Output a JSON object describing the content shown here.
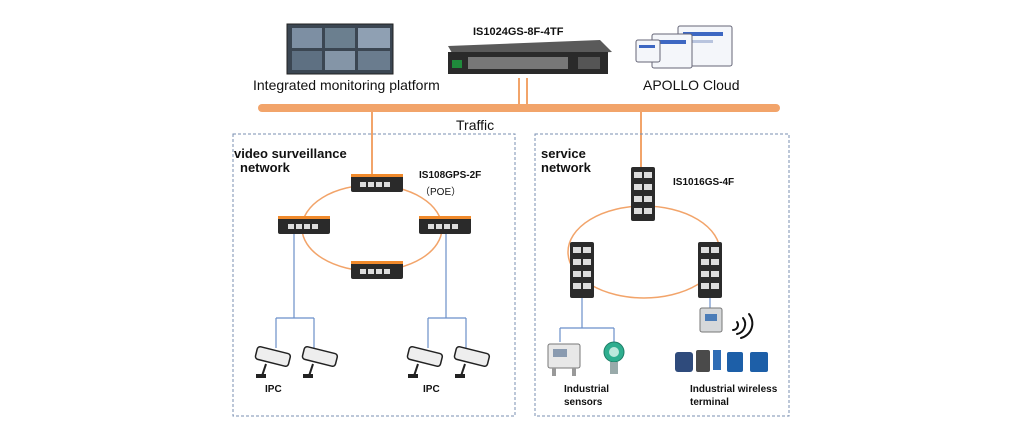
{
  "top": {
    "core_switch_label": "IS1024GS-8F-4TF",
    "monitoring_label": "Integrated monitoring platform",
    "cloud_label": "APOLLO Cloud",
    "traffic_label": "Traffic"
  },
  "video_network": {
    "title_line1": "video surveillance",
    "title_line2": "network",
    "switch_model": "IS108GPS-2F",
    "switch_note": "（POE）",
    "ipc_left_label": "IPC",
    "ipc_right_label": "IPC"
  },
  "service_network": {
    "title_line1": "service",
    "title_line2": "network",
    "switch_model": "IS1016GS-4F",
    "sensors_line1": "Industrial",
    "sensors_line2": "sensors",
    "wireless_line1": "Industrial wireless",
    "wireless_line2": "terminal"
  },
  "colors": {
    "traffic_bus": "#f2a46a",
    "drop_line": "#6b8fc9",
    "frame": "#7a8fb0"
  }
}
